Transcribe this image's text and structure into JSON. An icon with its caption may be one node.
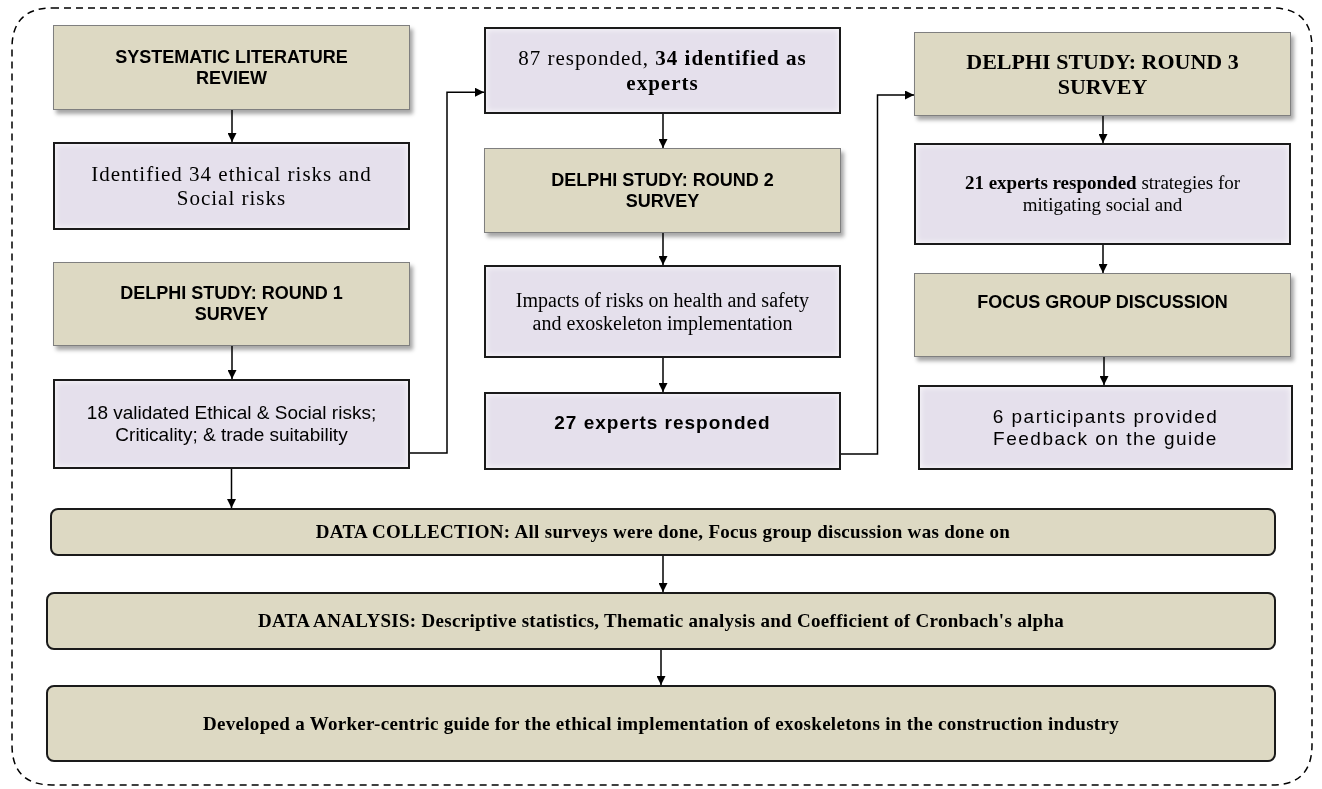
{
  "diagram": {
    "nodes": [
      {
        "text": [
          "SYSTEMATIC LITERATURE REVIEW"
        ]
      },
      {
        "text": [
          "Identified 34 ethical risks and Social risks"
        ]
      },
      {
        "text": [
          "DELPHI STUDY: ROUND 1 SURVEY"
        ]
      },
      {
        "text": [
          "18 validated Ethical & Social risks; Criticality; & trade suitability"
        ]
      },
      {
        "text": [
          "87 responded, **34 identified as experts**"
        ]
      },
      {
        "text": [
          "DELPHI STUDY: ROUND 2 SURVEY"
        ]
      },
      {
        "text": [
          "Impacts of risks on health and safety and exoskeleton implementation"
        ]
      },
      {
        "text": [
          "27 experts responded"
        ]
      },
      {
        "text": [
          "DELPHI STUDY: ROUND 3 SURVEY"
        ]
      },
      {
        "text": [
          "**21 experts responded** strategies for mitigating social and"
        ]
      },
      {
        "text": [
          "FOCUS GROUP DISCUSSION"
        ]
      },
      {
        "text": [
          "6 participants provided Feedback on the guide"
        ]
      },
      {
        "text": [
          "DATA COLLECTION: All surveys were done, Focus group discussion was done on"
        ]
      },
      {
        "text": [
          "DATA ANALYSIS: Descriptive statistics, Thematic analysis and Coefficient of Cronbach's alpha"
        ]
      },
      {
        "text": [
          "Developed a Worker-centric guide for the ethical implementation of exoskeletons in the construction industry"
        ]
      }
    ],
    "edges": [
      {
        "from": 0,
        "to": 1,
        "arrow": "to"
      },
      {
        "from": 2,
        "to": 3,
        "arrow": "to"
      },
      {
        "from": 3,
        "to": 4,
        "arrow": "to"
      },
      {
        "from": 4,
        "to": 5,
        "arrow": "to"
      },
      {
        "from": 5,
        "to": 6,
        "arrow": "to"
      },
      {
        "from": 6,
        "to": 7,
        "arrow": "to"
      },
      {
        "from": 7,
        "to": 8,
        "arrow": "to"
      },
      {
        "from": 8,
        "to": 9,
        "arrow": "to"
      },
      {
        "from": 9,
        "to": 10,
        "arrow": "to"
      },
      {
        "from": 10,
        "to": 11,
        "arrow": "to"
      },
      {
        "from": 3,
        "to": 12,
        "arrow": "to"
      },
      {
        "from": 12,
        "to": 13,
        "arrow": "to"
      },
      {
        "from": 13,
        "to": 14,
        "arrow": "to"
      }
    ]
  }
}
